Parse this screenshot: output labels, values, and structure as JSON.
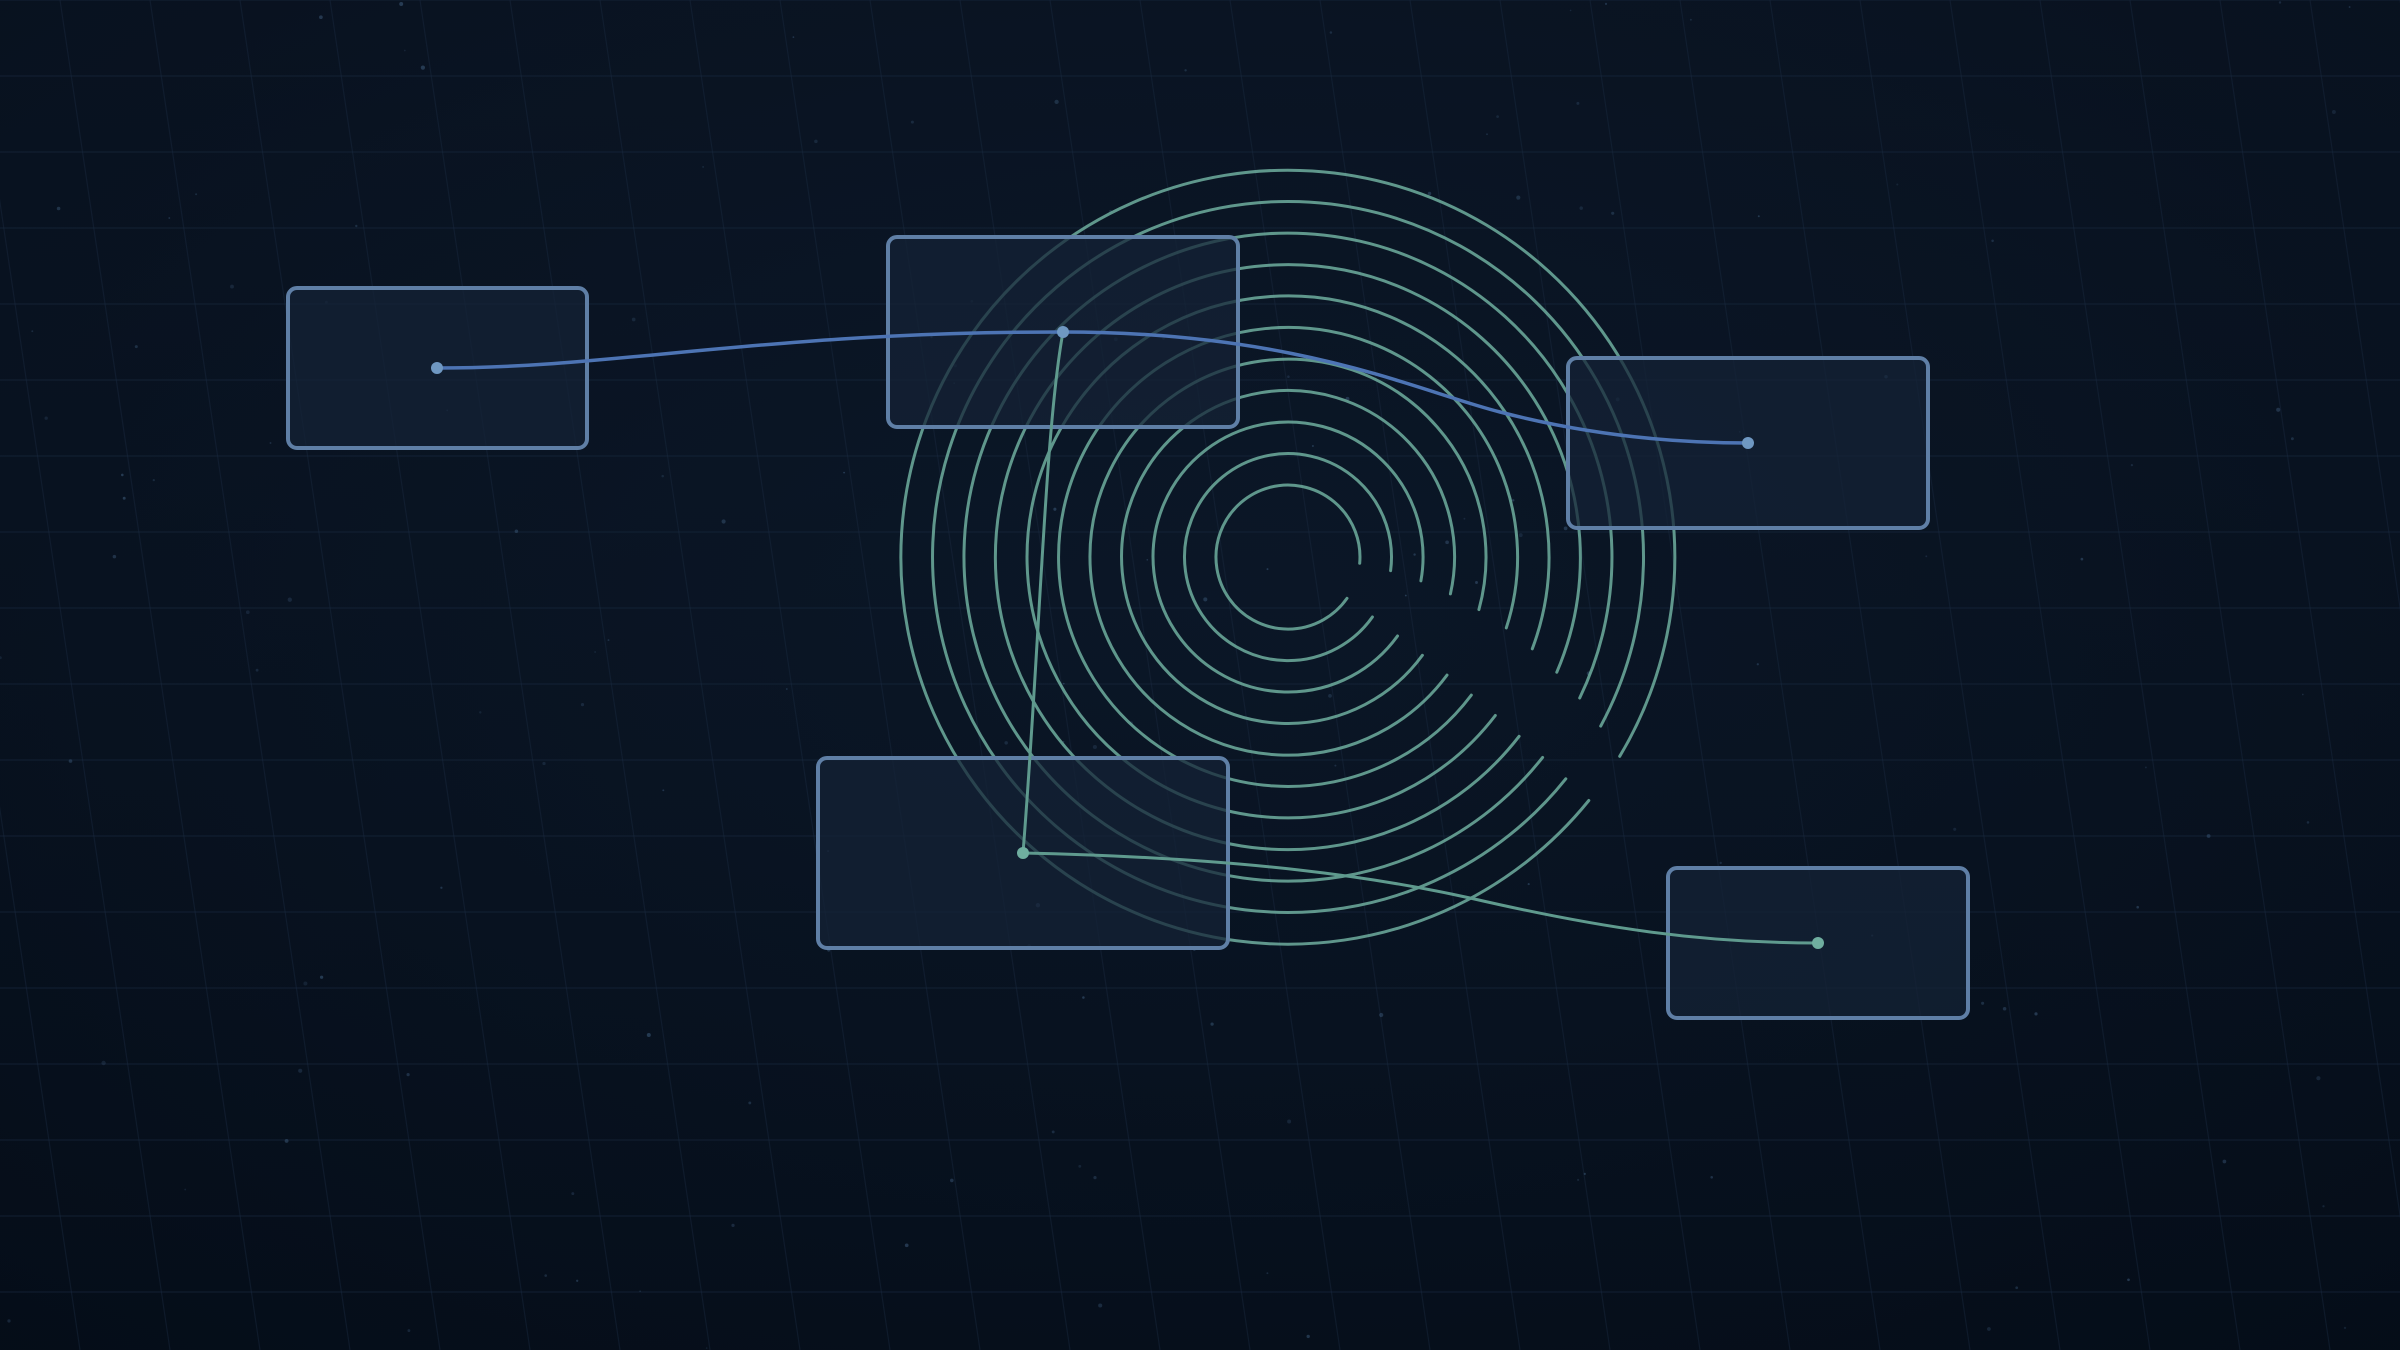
{
  "colors": {
    "background_top": "#0b1626",
    "background_bottom": "#06101d",
    "grid_line": "#1a2a40",
    "node_stroke": "#5f7fa6",
    "node_fill": "#152236",
    "connector_blue": "#4d74b4",
    "connector_green": "#5f9a8e",
    "rings": "#6fae9f",
    "anchor_dot": "#6f98c2"
  },
  "nodes": [
    {
      "id": "node-1",
      "label": ""
    },
    {
      "id": "node-2",
      "label": ""
    },
    {
      "id": "node-3",
      "label": ""
    },
    {
      "id": "node-4",
      "label": ""
    },
    {
      "id": "node-5",
      "label": ""
    }
  ],
  "connections": [
    {
      "from": "node-1",
      "to": "node-3",
      "via": "node-2",
      "color": "connector_blue"
    },
    {
      "from": "node-2",
      "to": "node-4",
      "color": "connector_green"
    },
    {
      "from": "node-4",
      "to": "node-5",
      "color": "connector_green"
    }
  ],
  "rings": {
    "count": 11,
    "style": "open-arcs"
  }
}
